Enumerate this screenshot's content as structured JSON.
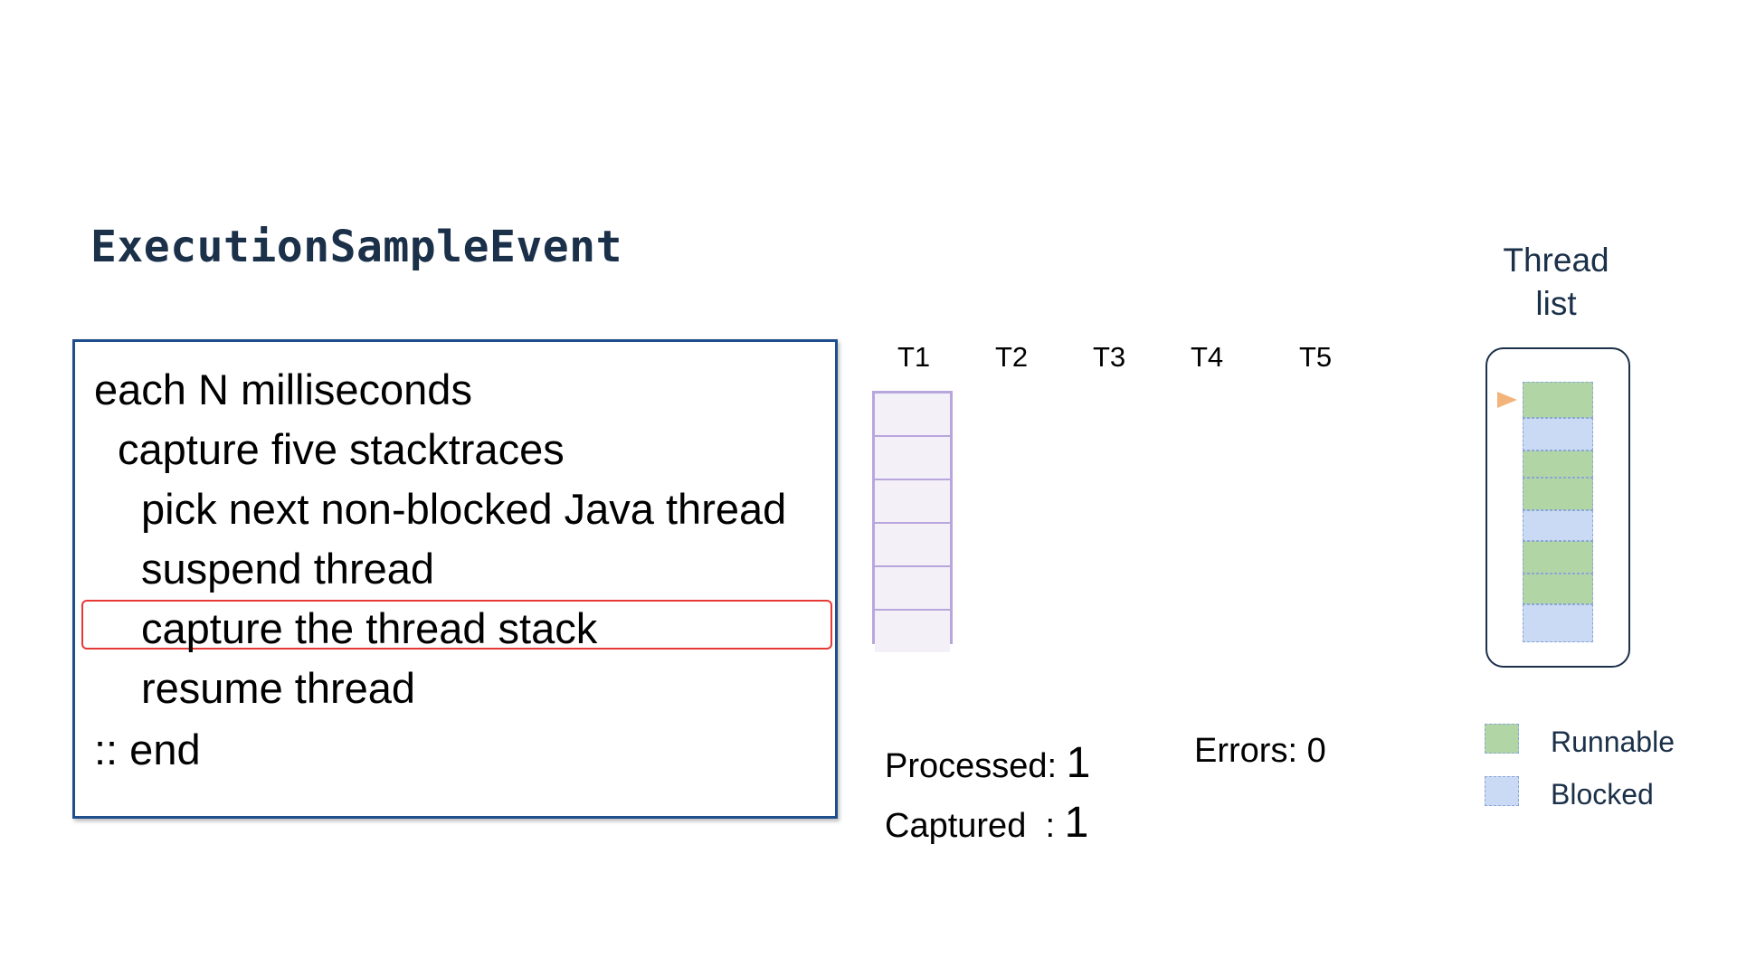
{
  "title": "ExecutionSampleEvent",
  "colors": {
    "title": "#1b3049",
    "box_border": "#1f4e8c",
    "highlight": "#e53935",
    "stack_border": "#b9a6dc",
    "stack_fill": "#f4f0f8",
    "runnable": "#b2d5a5",
    "blocked": "#cad9f4",
    "pointer": "#f2b47a"
  },
  "pseudocode": {
    "lines": [
      {
        "text": "each N milliseconds",
        "indent": 0
      },
      {
        "text": "capture five stacktraces",
        "indent": 1
      },
      {
        "text": "pick next non-blocked Java thread",
        "indent": 2
      },
      {
        "text": "suspend thread",
        "indent": 2
      },
      {
        "text": "capture the thread stack",
        "indent": 2,
        "highlighted": true
      },
      {
        "text": "resume thread",
        "indent": 2
      },
      {
        "text": ":: end",
        "indent": 0
      }
    ]
  },
  "stacks": {
    "columns": [
      "T1",
      "T2",
      "T3",
      "T4",
      "T5"
    ],
    "t1_frames": 6
  },
  "stats": {
    "processed_label": "Processed:",
    "processed_value": "1",
    "captured_label": "Captured  :",
    "captured_value": "1",
    "errors_label": "Errors:",
    "errors_value": "0"
  },
  "thread_list": {
    "title_line1": "Thread",
    "title_line2": "list",
    "pointer_icon": "pointer-arrow-icon",
    "threads": [
      "runnable",
      "blocked",
      "runnable",
      "runnable",
      "blocked",
      "runnable",
      "runnable",
      "blocked"
    ]
  },
  "legend": {
    "runnable_label": "Runnable",
    "blocked_label": "Blocked"
  }
}
